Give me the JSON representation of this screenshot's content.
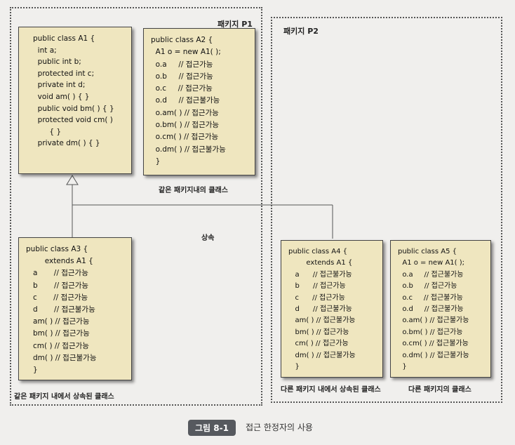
{
  "packages": {
    "p1_label": "패키지 P1",
    "p2_label": "패키지 P2"
  },
  "inheritance_label": "상속",
  "classes": {
    "a1": [
      "public class A1 {",
      "  int a;",
      "  public int b;",
      "  protected int c;",
      "  private int d;",
      "  void am( ) { }",
      "  public void bm( ) { }",
      "  protected void cm( )",
      "       { }",
      "  private dm( ) { }"
    ],
    "a2": [
      "public class A2 {",
      "  A1 o = new A1( );",
      "  o.a     // 접근가능",
      "  o.b     // 접근가능",
      "  o.c     // 접근가능",
      "  o.d     // 접근불가능",
      "  o.am( ) // 접근가능",
      "  o.bm( ) // 접근가능",
      "  o.cm( ) // 접근가능",
      "  o.dm( ) // 접근불가능",
      "  }"
    ],
    "a3": [
      "public class A3 {",
      "        extends A1 {",
      "   a       // 접근가능",
      "   b       // 접근가능",
      "   c       // 접근가능",
      "   d       // 접근불가능",
      "   am( ) // 접근가능",
      "   bm( ) // 접근가능",
      "   cm( ) // 접근가능",
      "   dm( ) // 접근불가능",
      "   }"
    ],
    "a4": [
      "public class A4 {",
      "        extends A1 {",
      "   a      // 접근불가능",
      "   b      // 접근가능",
      "   c      // 접근가능",
      "   d      // 접근불가능",
      "   am( ) // 접근불가능",
      "   bm( ) // 접근가능",
      "   cm( ) // 접근가능",
      "   dm( ) // 접근불가능",
      "   }"
    ],
    "a5": [
      "public class A5 {",
      "  A1 o = new A1( );",
      "  o.a     // 접근불가능",
      "  o.b     // 접근가능",
      "  o.c     // 접근불가능",
      "  o.d     // 접근불가능",
      "  o.am( ) // 접근불가능",
      "  o.bm( ) // 접근가능",
      "  o.cm( ) // 접근불가능",
      "  o.dm( ) // 접근불가능",
      "  }"
    ]
  },
  "captions": {
    "a2": "같은 패키지내의 클래스",
    "a3": "같은 패키지 내에서 상속된 클래스",
    "a4": "다른 패키지 내에서 상속된 클래스",
    "a5": "다른 패키지의 클래스"
  },
  "figure": {
    "badge": "그림 8-1",
    "title": "접근 한정자의 사용"
  }
}
